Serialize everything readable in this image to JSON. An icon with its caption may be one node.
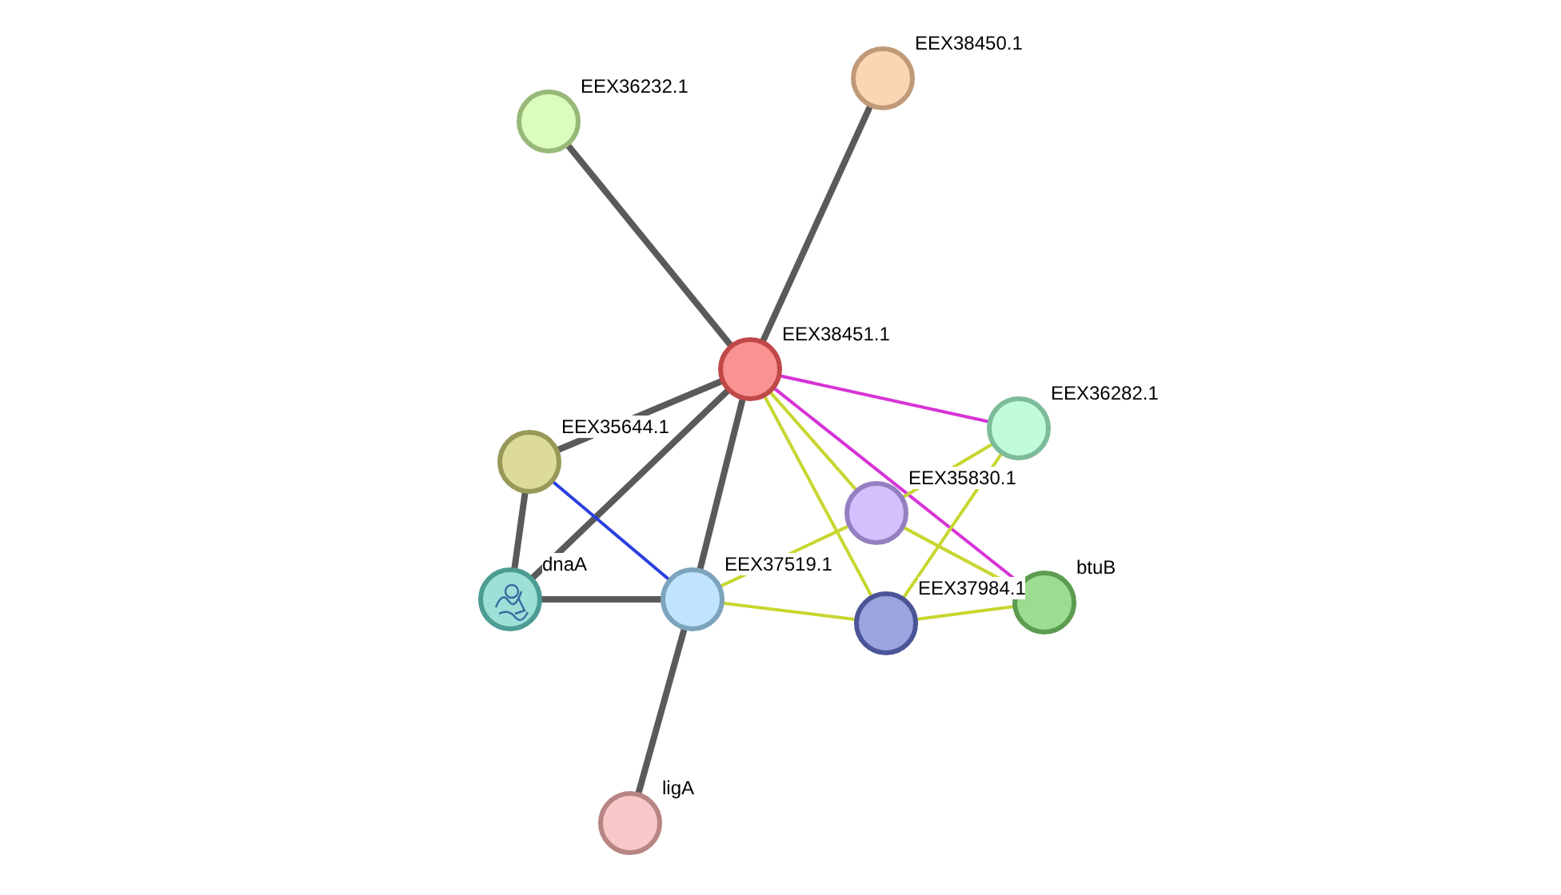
{
  "diagram": {
    "nodes": [
      {
        "text": [
          "EEX38451.1"
        ]
      },
      {
        "text": [
          "EEX38450.1"
        ]
      },
      {
        "text": [
          "EEX36232.1"
        ]
      },
      {
        "text": [
          "EEX36282.1"
        ]
      },
      {
        "text": [
          "EEX35644.1"
        ]
      },
      {
        "text": [
          "EEX35830.1"
        ]
      },
      {
        "text": [
          "dnaA"
        ]
      },
      {
        "text": [
          "EEX37519.1"
        ]
      },
      {
        "text": [
          "btuB"
        ]
      },
      {
        "text": [
          "EEX37984.1"
        ]
      },
      {
        "text": [
          "ligA"
        ]
      }
    ],
    "edges": [
      {
        "from": 0,
        "to": 1,
        "arrow": "none",
        "style": "thick"
      },
      {
        "from": 0,
        "to": 2,
        "arrow": "none",
        "style": "thick"
      },
      {
        "from": 0,
        "to": 3,
        "arrow": "none",
        "color": "#d633d6"
      },
      {
        "from": 0,
        "to": 4,
        "arrow": "none",
        "style": "thick"
      },
      {
        "from": 0,
        "to": 6,
        "arrow": "none",
        "style": "thick"
      },
      {
        "from": 0,
        "to": 7,
        "arrow": "none",
        "style": "thick"
      },
      {
        "from": 0,
        "to": 5,
        "arrow": "none",
        "color": "#c8d630"
      },
      {
        "from": 0,
        "to": 9,
        "arrow": "none",
        "color": "#c8d630"
      },
      {
        "from": 0,
        "to": 8,
        "arrow": "none",
        "color": "#d633d6"
      },
      {
        "from": 4,
        "to": 6,
        "arrow": "none",
        "style": "thick"
      },
      {
        "from": 4,
        "to": 7,
        "arrow": "none",
        "color": "#2a3fe0"
      },
      {
        "from": 6,
        "to": 7,
        "arrow": "none",
        "style": "thick"
      },
      {
        "from": 7,
        "to": 10,
        "arrow": "none",
        "style": "thick"
      },
      {
        "from": 7,
        "to": 5,
        "arrow": "none",
        "color": "#c8d630"
      },
      {
        "from": 7,
        "to": 9,
        "arrow": "none",
        "color": "#c8d630"
      },
      {
        "from": 5,
        "to": 3,
        "arrow": "none",
        "color": "#c8d630"
      },
      {
        "from": 5,
        "to": 8,
        "arrow": "none",
        "color": "#c8d630"
      },
      {
        "from": 9,
        "to": 3,
        "arrow": "none",
        "color": "#c8d630"
      },
      {
        "from": 9,
        "to": 8,
        "arrow": "none",
        "color": "#c8d630"
      }
    ]
  }
}
